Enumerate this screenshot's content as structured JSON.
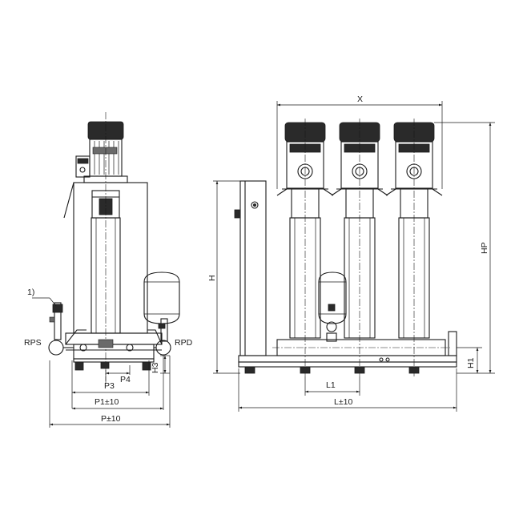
{
  "labels": {
    "note": "1)",
    "rps": "RPS",
    "rpd": "RPD",
    "p": "P±10",
    "p1": "P1±10",
    "p3": "P3",
    "p4": "P4",
    "h3": "H3",
    "x": "X",
    "h": "H",
    "hp": "HP",
    "h1": "H1",
    "l": "L±10",
    "l1": "L1"
  }
}
